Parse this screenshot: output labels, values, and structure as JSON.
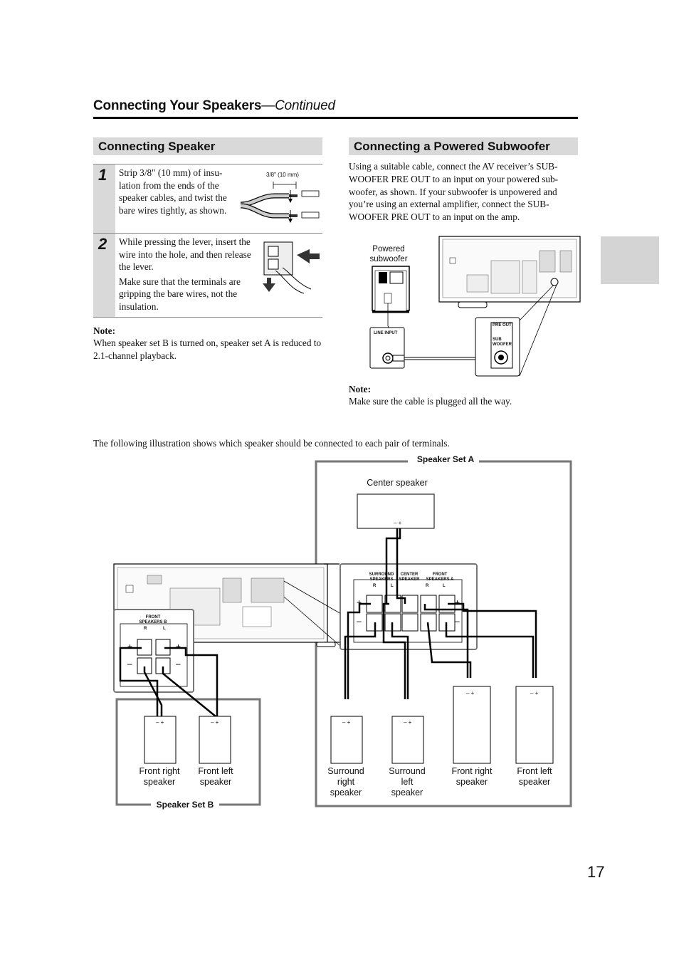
{
  "header": {
    "title": "Connecting Your Speakers",
    "continued": "—Continued"
  },
  "left_section": {
    "title": "Connecting Speaker",
    "steps": [
      {
        "num": "1",
        "text": "Strip 3/8\" (10 mm) of insu-lation from the ends of the speaker cables, and twist the bare wires tightly, as shown.",
        "figure_label": "3/8\" (10 mm)"
      },
      {
        "num": "2",
        "text": "While pressing the lever, insert the wire into the hole, and then release the lever.",
        "text2": "Make sure that the terminals are gripping the bare wires, not the insulation."
      }
    ],
    "note_heading": "Note:",
    "note_text": "When speaker set B is turned on, speaker set A is reduced to 2.1-channel playback."
  },
  "right_section": {
    "title": "Connecting a Powered Subwoofer",
    "body": "Using a suitable cable, connect the AV receiver’s SUB-WOOFER PRE OUT to an input on your powered sub-woofer, as shown. If your subwoofer is unpowered and you’re using an external amplifier, connect the SUB-WOOFER PRE OUT to an input on the amp.",
    "figure": {
      "powered_subwoofer": "Powered subwoofer",
      "line_input": "LINE INPUT",
      "pre_out": "PRE OUT",
      "sub_woofer": "SUB WOOFER"
    },
    "note_heading": "Note:",
    "note_text": "Make sure the cable is plugged all the way."
  },
  "illustration": {
    "intro": "The following illustration shows which speaker should be connected to each pair of terminals.",
    "speaker_set_a": "Speaker Set A",
    "speaker_set_b": "Speaker Set B",
    "center_speaker": "Center speaker",
    "terminals_a": {
      "surround": "SURROUND SPEAKERS",
      "center": "CENTER SPEAKER",
      "front": "FRONT SPEAKERS A",
      "r": "R",
      "l": "L"
    },
    "terminals_b": {
      "front": "FRONT SPEAKERS B",
      "r": "R",
      "l": "L"
    },
    "polarity": "– +",
    "speakers_b": [
      "Front right speaker",
      "Front left speaker"
    ],
    "speakers_a": [
      "Surround right speaker",
      "Surround left speaker",
      "Front right speaker",
      "Front left speaker"
    ]
  },
  "page_number": "17"
}
